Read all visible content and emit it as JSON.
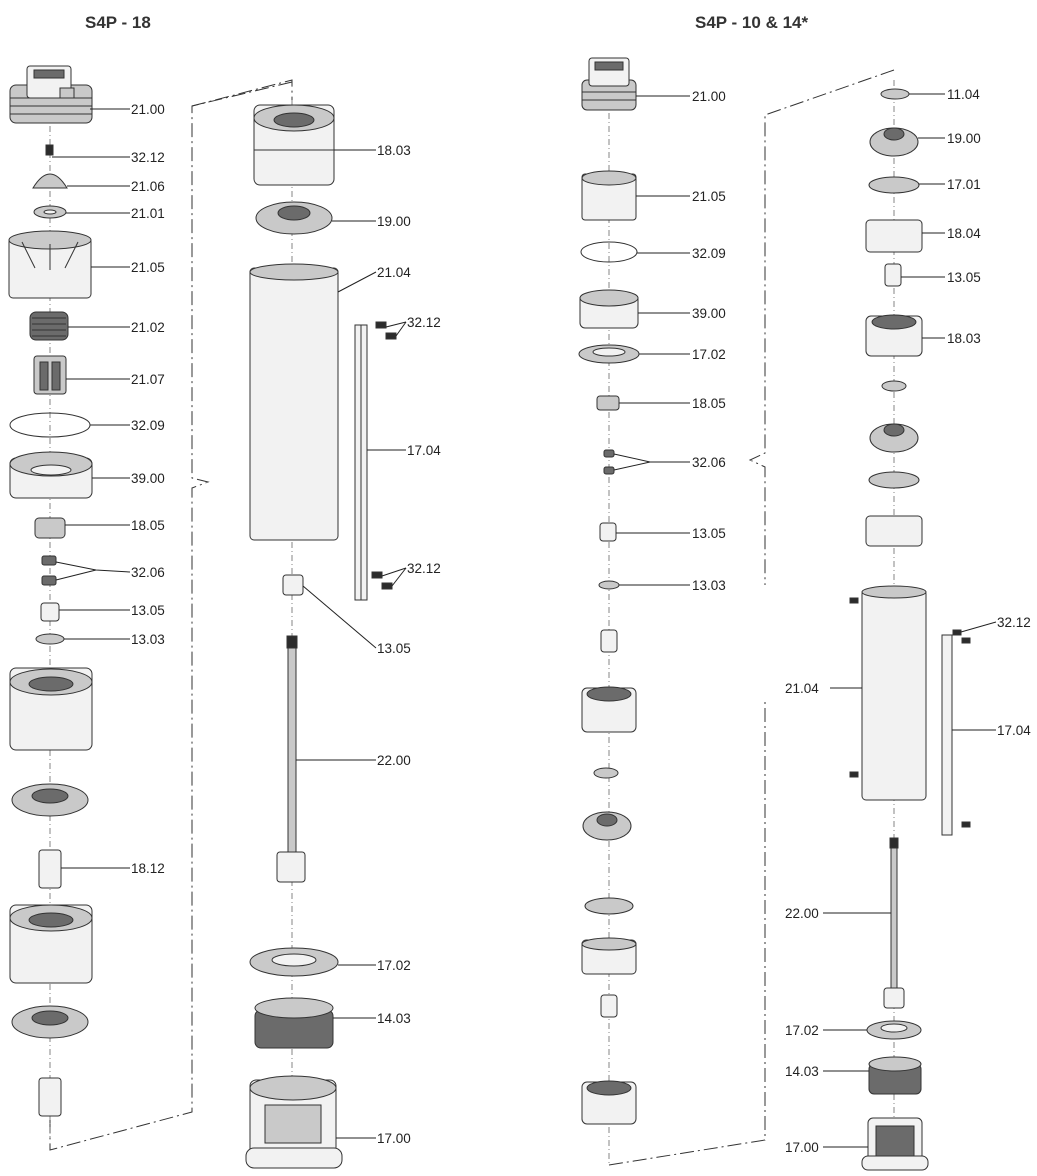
{
  "titles": {
    "left": "S4P - 18",
    "right": "S4P - 10 & 14*"
  },
  "parts": {
    "p1100": "11.04",
    "p1303": "13.03",
    "p1305": "13.05",
    "p1403": "14.03",
    "p1700": "17.00",
    "p1701": "17.01",
    "p1702": "17.02",
    "p1704": "17.04",
    "p1803": "18.03",
    "p1804": "18.04",
    "p1805": "18.05",
    "p1812": "18.12",
    "p1900": "19.00",
    "p2100": "21.00",
    "p2101": "21.01",
    "p2102": "21.02",
    "p2104": "21.04",
    "p2105": "21.05",
    "p2106": "21.06",
    "p2107": "21.07",
    "p2200": "22.00",
    "p3206": "32.06",
    "p3209": "32.09",
    "p3212": "32.12",
    "p3900": "39.00"
  },
  "colors": {
    "line": "#222222",
    "part_light": "#f2f2f2",
    "part_mid": "#c9c9c9",
    "part_dark": "#6b6b6b"
  }
}
